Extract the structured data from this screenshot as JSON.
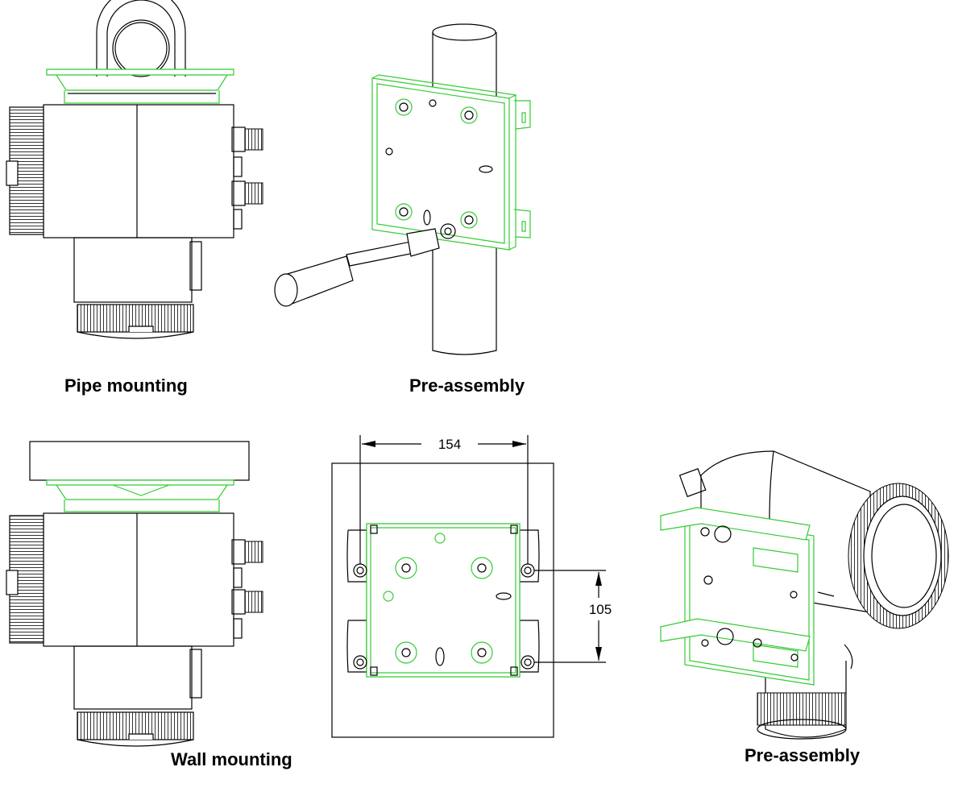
{
  "captions": {
    "pipe_mounting": "Pipe mounting",
    "pre_assembly_top": "Pre-assembly",
    "wall_mounting": "Wall mounting",
    "pre_assembly_bottom": "Pre-assembly"
  },
  "dimensions": {
    "width": "154",
    "height": "105"
  },
  "colors": {
    "outline": "#000000",
    "bracket": "#33cc33"
  }
}
